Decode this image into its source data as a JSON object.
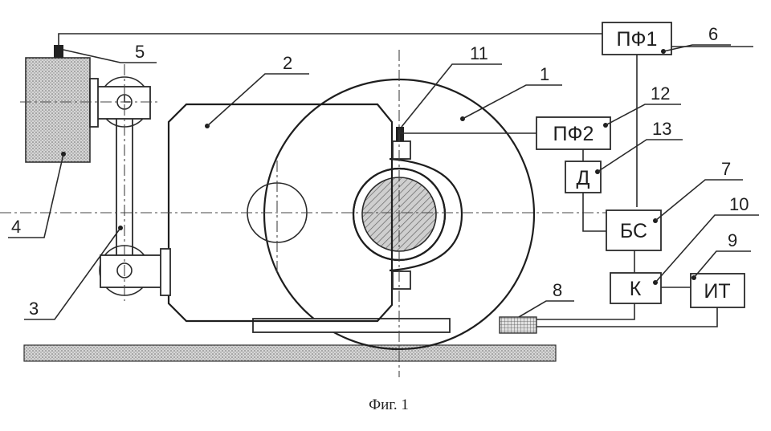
{
  "figure": {
    "caption": "Фиг. 1",
    "blocks": {
      "pf1": "ПФ1",
      "pf2": "ПФ2",
      "d": "Д",
      "bs": "БС",
      "k": "К",
      "it": "ИТ"
    },
    "callouts": {
      "n1": "1",
      "n2": "2",
      "n3": "3",
      "n4": "4",
      "n5": "5",
      "n6": "6",
      "n7": "7",
      "n8": "8",
      "n9": "9",
      "n10": "10",
      "n11": "11",
      "n12": "12",
      "n13": "13"
    }
  },
  "colors": {
    "line": "#2a2a2a",
    "hatch": "#8a8a8a",
    "rail": "#9a9a9a"
  }
}
